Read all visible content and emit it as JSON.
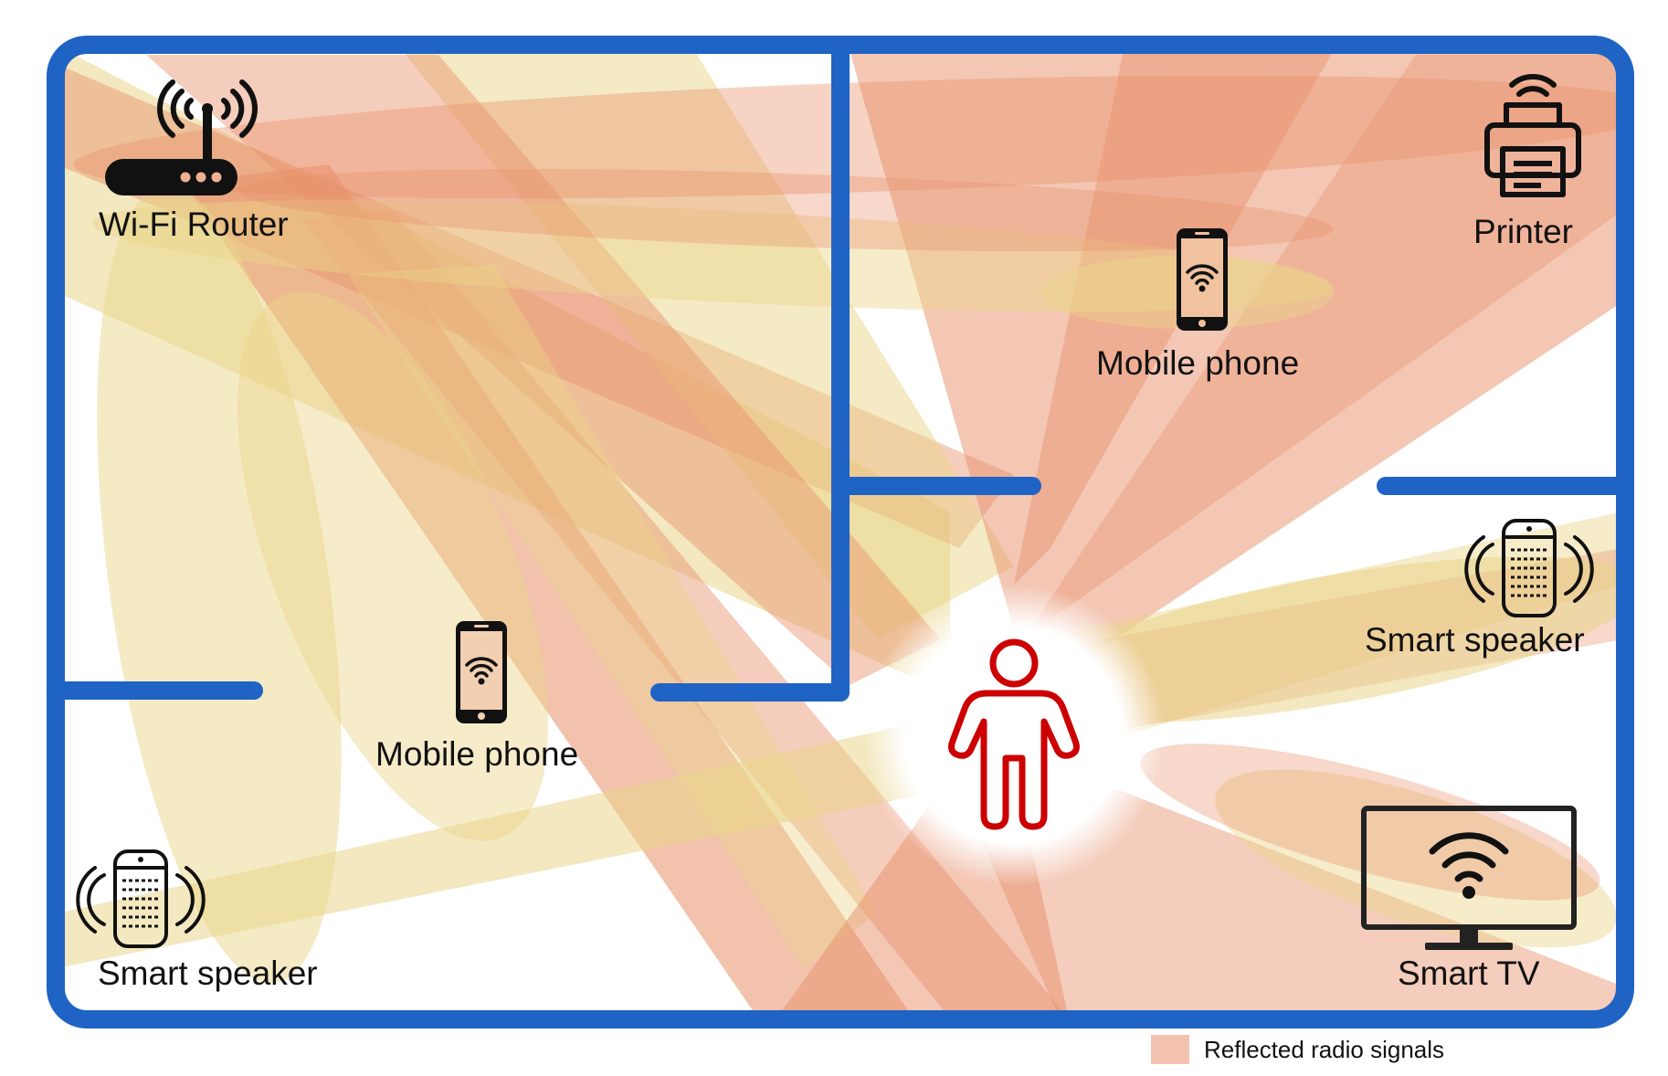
{
  "colors": {
    "wall": "#1f63c4",
    "reflection_orange": "#e8906a",
    "reflection_yellow": "#ead58a",
    "reflection_legend": "#f2c1b0",
    "person": "#cc0000",
    "device": "#111111"
  },
  "devices": {
    "router": {
      "label": "Wi-Fi Router",
      "icon": "wifi-router-icon"
    },
    "printer": {
      "label": "Printer",
      "icon": "printer-icon"
    },
    "phone_right": {
      "label": "Mobile phone",
      "icon": "mobile-phone-icon"
    },
    "phone_left": {
      "label": "Mobile phone",
      "icon": "mobile-phone-icon"
    },
    "speaker_right": {
      "label": "Smart speaker",
      "icon": "smart-speaker-icon"
    },
    "speaker_left": {
      "label": "Smart speaker",
      "icon": "smart-speaker-icon"
    },
    "tv": {
      "label": "Smart TV",
      "icon": "smart-tv-icon"
    }
  },
  "person": {
    "icon": "person-icon"
  },
  "legend": {
    "label": "Reflected radio signals"
  }
}
